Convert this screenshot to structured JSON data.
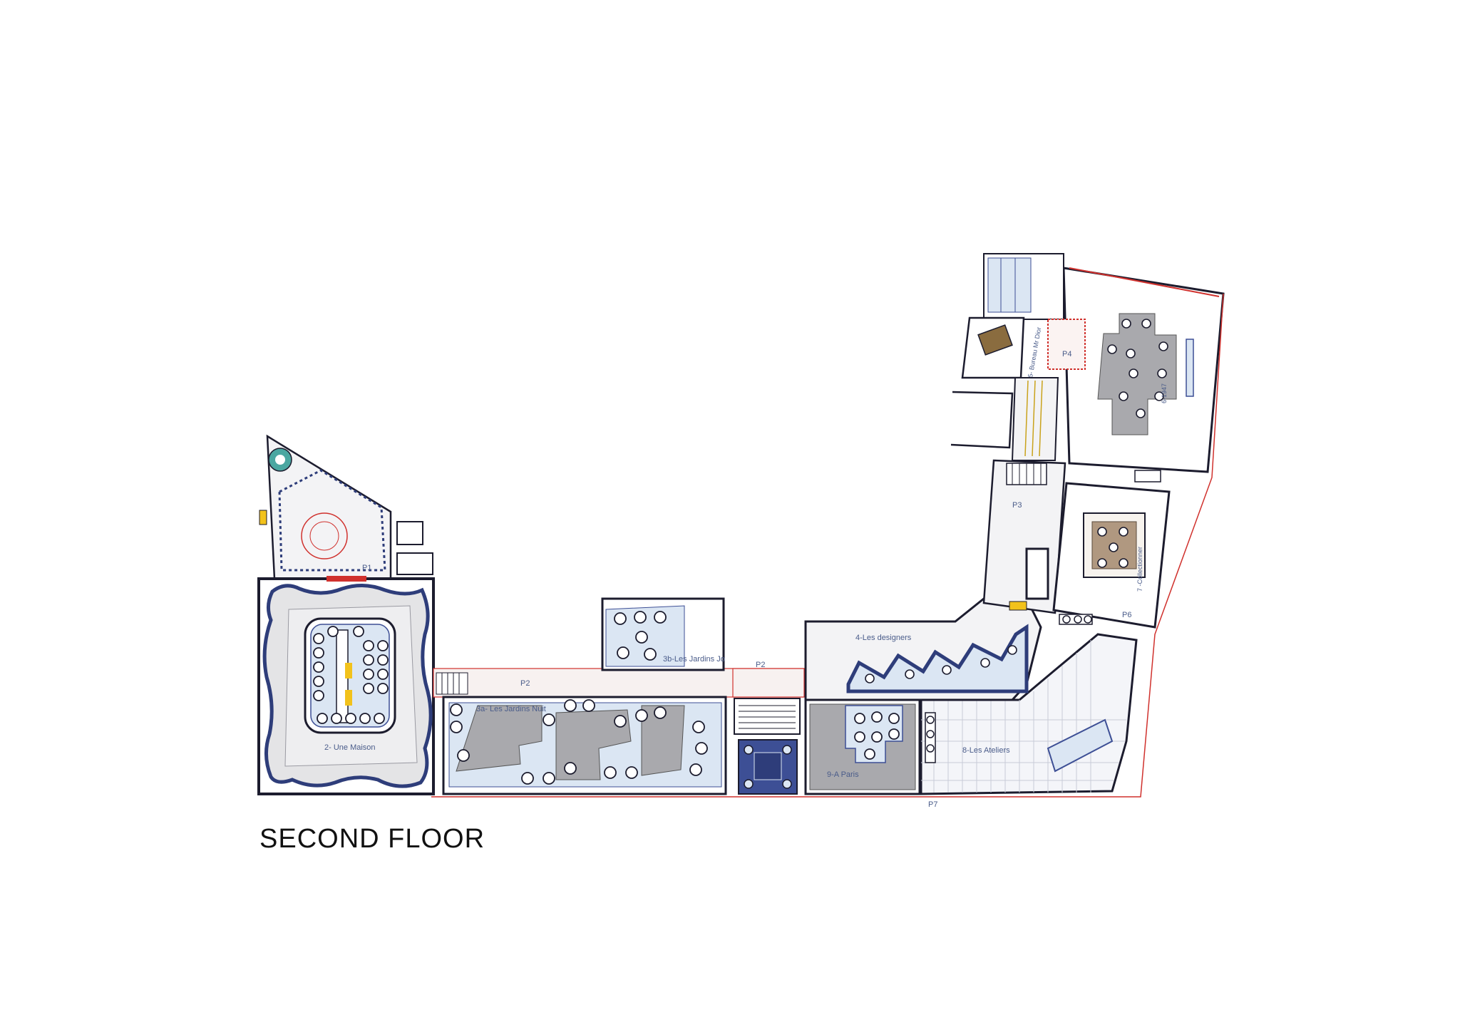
{
  "title": "SECOND FLOOR",
  "rooms": {
    "une_maison": "2- Une Maison",
    "jardins_nuit": "3a- Les Jardins Nuit",
    "jardins_jour": "3b-Les Jardins Jo",
    "designers": "4-Les designers",
    "bureau": "5- Bureau Mr Dior",
    "room_1947": "6-1947",
    "collectionner": "7 -Collectionner",
    "ateliers": "8-Les Ateliers",
    "a_paris": "9-A Paris"
  },
  "passages": {
    "p1": "P1",
    "p2a": "P2",
    "p2b": "P2",
    "p3": "P3",
    "p4": "P4",
    "p6": "P6",
    "p7": "P7"
  },
  "colors": {
    "wall": "#1c1c2e",
    "red_line": "#d0312d",
    "floor_grey": "#e4e4e6",
    "case_blue": "#dbe6f3",
    "deep_blue": "#3d4f95",
    "plinth_grey": "#a9a9ad",
    "yellow": "#f2c21b"
  }
}
